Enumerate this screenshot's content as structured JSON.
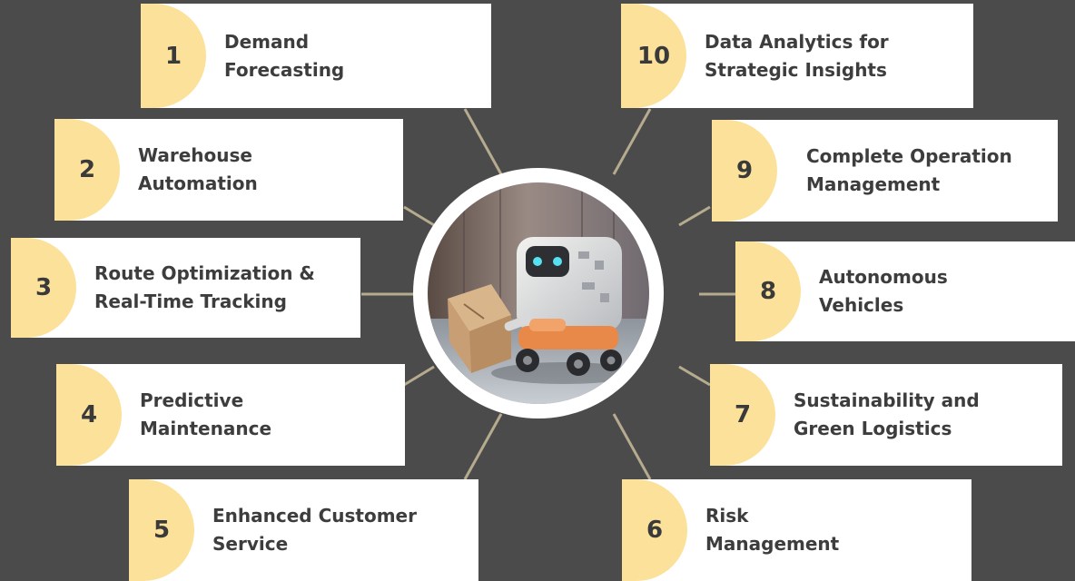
{
  "colors": {
    "background": "#4b4b4b",
    "card": "#ffffff",
    "accent": "#fbe19a",
    "connector": "#b6ab8f",
    "text": "#3d3d3d"
  },
  "center": {
    "image": "delivery-robot-carrying-boxes"
  },
  "items": [
    {
      "number": "1",
      "label": "Demand\nForecasting"
    },
    {
      "number": "2",
      "label": "Warehouse\nAutomation"
    },
    {
      "number": "3",
      "label": "Route Optimization &\nReal-Time Tracking"
    },
    {
      "number": "4",
      "label": "Predictive\nMaintenance"
    },
    {
      "number": "5",
      "label": "Enhanced Customer\nService"
    },
    {
      "number": "6",
      "label": "Risk\nManagement"
    },
    {
      "number": "7",
      "label": "Sustainability and\nGreen Logistics"
    },
    {
      "number": "8",
      "label": "Autonomous\nVehicles"
    },
    {
      "number": "9",
      "label": "Complete Operation\nManagement"
    },
    {
      "number": "10",
      "label": "Data Analytics for\nStrategic Insights"
    }
  ]
}
